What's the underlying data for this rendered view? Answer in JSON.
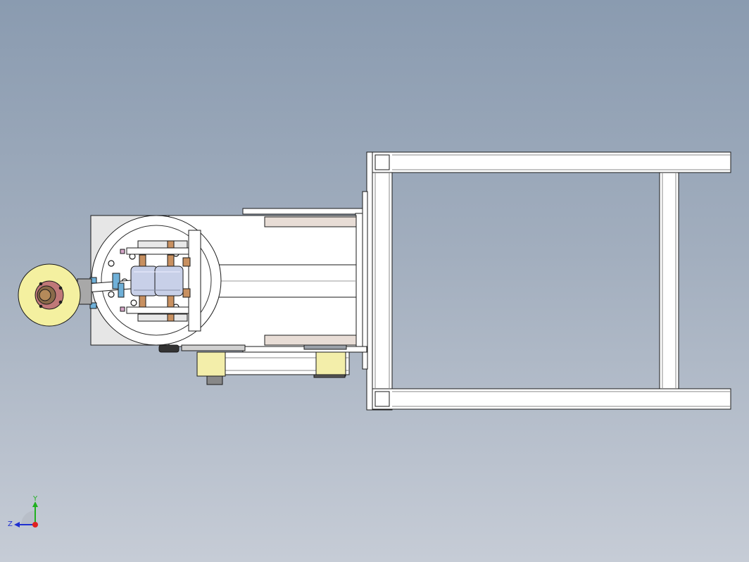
{
  "viewport": {
    "background_top": "#8a9bb0",
    "background_bottom": "#c6ccd6"
  },
  "model": {
    "view": "top",
    "colors": {
      "frame_fill": "#ffffff",
      "frame_stroke": "#1a1a1a",
      "plate_fill": "#e6e6e6",
      "disc_fill": "#f4f0a0",
      "disc_hub": "#b87070",
      "pulley_fill": "#f3eeaa",
      "cylinder_fill": "#c8d0e8",
      "brass": "#c89060",
      "tan_strip": "#e8ddd6"
    }
  },
  "triad": {
    "x_label": "",
    "y_label": "Y",
    "z_label": "Z",
    "colors": {
      "x": "#e02020",
      "y": "#20b020",
      "z": "#2030d0"
    }
  }
}
